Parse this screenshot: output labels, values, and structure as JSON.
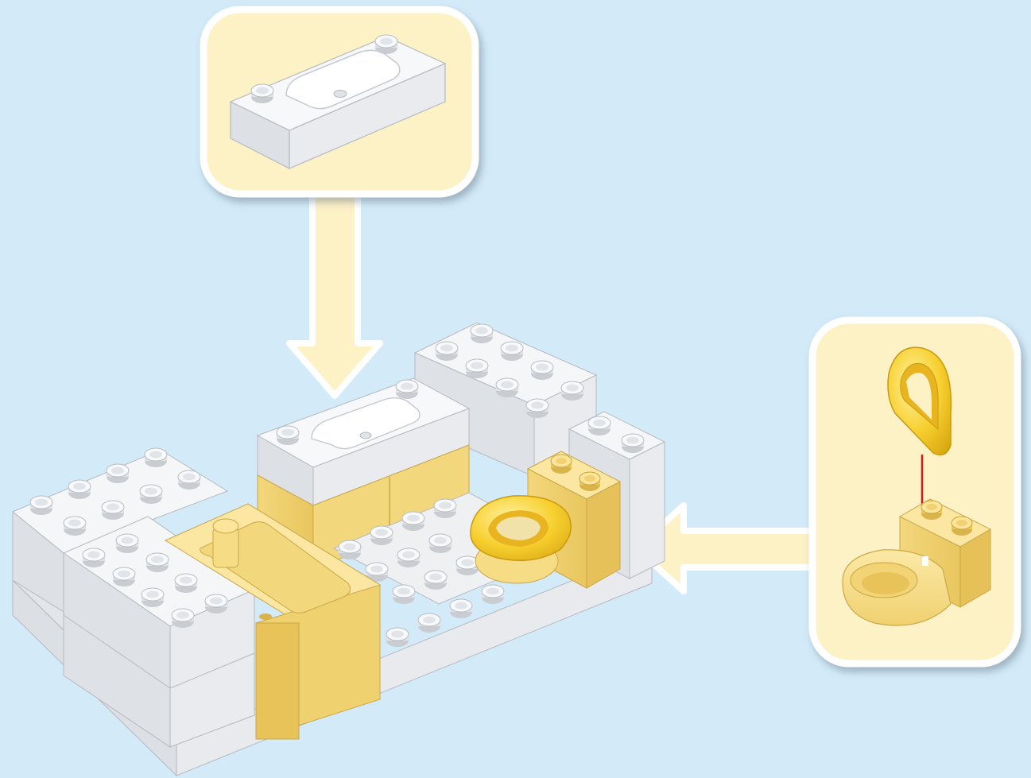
{
  "scene": {
    "description_kind": "building-instruction-step",
    "background_color": "#d3ebf9",
    "callout_fill": "#fdf1c6",
    "callout_border": "#ffffff",
    "brick_white": "#f2f4f6",
    "brick_yellow": "#f6dc84",
    "part_yellow": "#f9d545",
    "arrow_color": "#d21b1b",
    "callouts": [
      {
        "part": "sink-plate",
        "target": "vanity-top"
      },
      {
        "part": "toilet-seat",
        "target": "toilet-bowl"
      }
    ]
  }
}
